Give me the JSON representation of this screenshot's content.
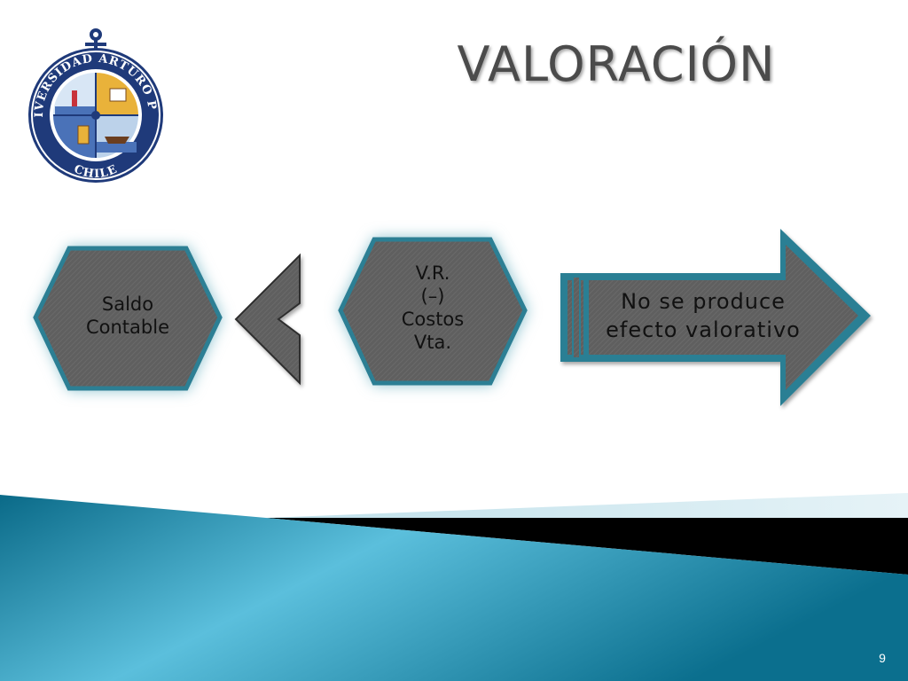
{
  "slide": {
    "title": "VALORACIÓN",
    "page_number": "9"
  },
  "logo": {
    "top_text": "UNIVERSIDAD ARTURO PRAT",
    "bottom_text": "CHILE",
    "colors": {
      "ring": "#1f3a7a",
      "gold": "#e9b23a",
      "sea": "#4a72b8",
      "red": "#c8323a"
    }
  },
  "diagram": {
    "left_hexagon": {
      "lines": [
        "Saldo",
        "Contable"
      ]
    },
    "center_hexagon": {
      "lines": [
        "V.R.",
        "(–)",
        "Costos",
        "Vta."
      ]
    },
    "comparison_symbol": "less-than",
    "right_arrow": {
      "lines": [
        "No se produce",
        "efecto valorativo"
      ]
    },
    "colors": {
      "shape_fill": "#5f5f5f",
      "shape_border": "#2c7f94",
      "glow": "#8cc2cf"
    }
  },
  "footer": {
    "colors": {
      "band_dark": "#0c6f8d",
      "band_light": "#5bbfdc",
      "black_stripe": "#000000"
    }
  }
}
